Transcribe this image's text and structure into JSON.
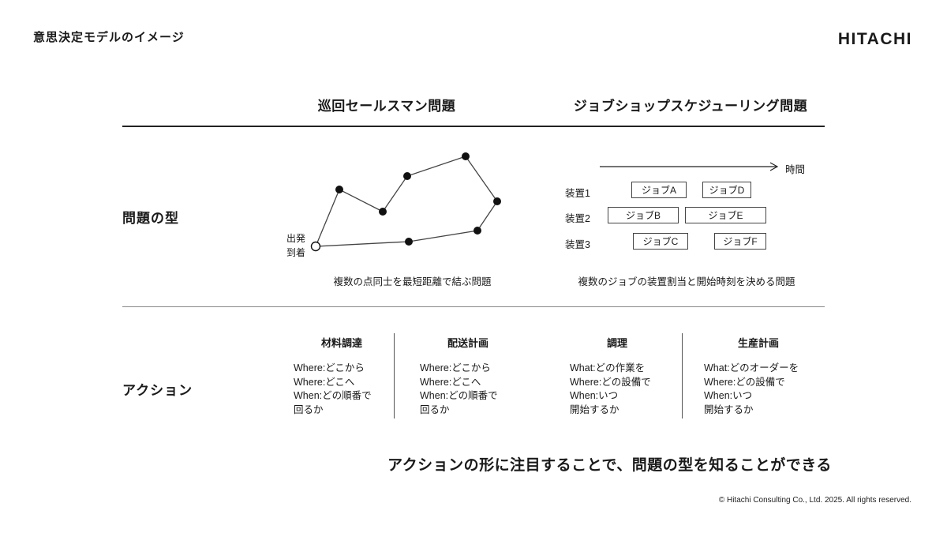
{
  "page": {
    "title": "意思決定モデルのイメージ",
    "logo": "HITACHI",
    "bottom_message": "アクションの形に注目することで、問題の型を知ることができる",
    "footer": "© Hitachi Consulting Co., Ltd. 2025. All rights reserved."
  },
  "sections": {
    "problem_type_label": "問題の型",
    "action_label": "アクション"
  },
  "column_headers": {
    "tsp": "巡回セールスマン問題",
    "jobshop": "ジョブショップスケジューリング問題"
  },
  "tsp": {
    "start_label_top": "出発",
    "start_label_bottom": "到着",
    "caption": "複数の点同士を最短距離で結ぶ問題"
  },
  "jobshop": {
    "time_label": "時間",
    "machines": [
      "装置1",
      "装置2",
      "装置3"
    ],
    "jobs": [
      [
        "ジョブA",
        "ジョブD"
      ],
      [
        "ジョブB",
        "ジョブE"
      ],
      [
        "ジョブC",
        "ジョブF"
      ]
    ],
    "caption": "複数のジョブの装置割当と開始時刻を決める問題"
  },
  "actions": [
    {
      "title": "材料調達",
      "lines": [
        "Where:どこから",
        "Where:どこへ",
        "When:どの順番で",
        "回るか"
      ]
    },
    {
      "title": "配送計画",
      "lines": [
        "Where:どこから",
        "Where:どこへ",
        "When:どの順番で",
        "回るか"
      ]
    },
    {
      "title": "調理",
      "lines": [
        "What:どの作業を",
        "Where:どの設備で",
        "When:いつ",
        "開始するか"
      ]
    },
    {
      "title": "生産計画",
      "lines": [
        "What:どのオーダーを",
        "Where:どの設備で",
        "When:いつ",
        "開始するか"
      ]
    }
  ],
  "colors": {
    "text": "#1a1a1a",
    "rule": "#222222",
    "box_border": "#444444"
  }
}
